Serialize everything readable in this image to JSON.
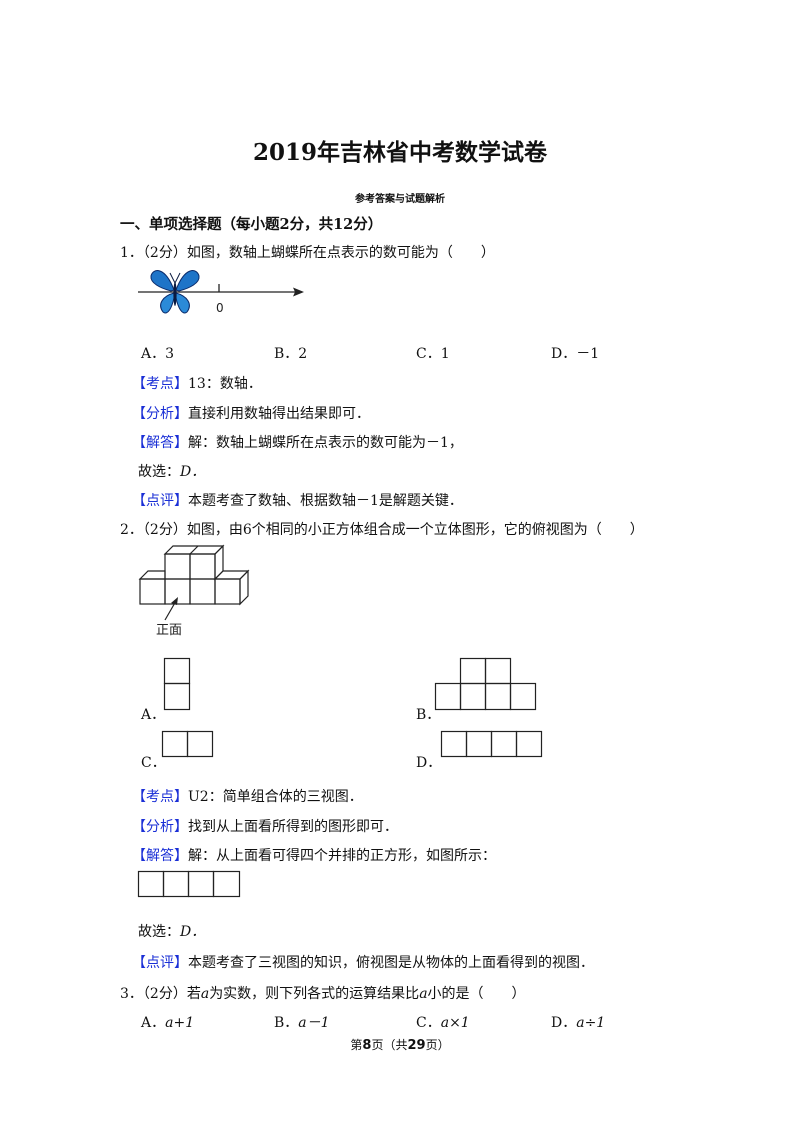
{
  "header": {
    "title": "2019年吉林省中考数学试卷",
    "subtitle": "参考答案与试题解析"
  },
  "section1": {
    "heading": "一、单项选择题（每小题2分，共12分）"
  },
  "q1": {
    "stem": "1．（2分）如图，数轴上蝴蝶所在点表示的数可能为（　　）",
    "axis_label": "0",
    "options": [
      "A．3",
      "B．2",
      "C．1",
      "D．－1"
    ],
    "kaodian_tag": "【考点】",
    "kaodian": "13：数轴．",
    "fenxi_tag": "【分析】",
    "fenxi": "直接利用数轴得出结果即可．",
    "jieda_tag": "【解答】",
    "jieda": "解：数轴上蝴蝶所在点表示的数可能为－1，",
    "guxuan": "故选：",
    "guxuan_answer": "D．",
    "dianping_tag": "【点评】",
    "dianping": "本题考查了数轴、根据数轴－1是解题关键．"
  },
  "q2": {
    "stem": "2．（2分）如图，由6个相同的小正方体组合成一个立体图形，它的俯视图为（　　）",
    "front_label": "正面",
    "options": [
      "A．",
      "B．",
      "C．",
      "D．"
    ],
    "kaodian_tag": "【考点】",
    "kaodian": "U2：简单组合体的三视图．",
    "fenxi_tag": "【分析】",
    "fenxi": "找到从上面看所得到的图形即可．",
    "jieda_tag": "【解答】",
    "jieda": "解：从上面看可得四个并排的正方形，如图所示：",
    "guxuan": "故选：",
    "guxuan_answer": "D．",
    "dianping_tag": "【点评】",
    "dianping": "本题考查了三视图的知识，俯视图是从物体的上面看得到的视图．"
  },
  "q3": {
    "stem_prefix": "3．（2分）若",
    "stem_var": "a",
    "stem_mid": "为实数，则下列各式的运算结果比",
    "stem_var2": "a",
    "stem_suffix": "小的是（　　）",
    "options": [
      {
        "label": "A．",
        "expr": "a+1"
      },
      {
        "label": "B．",
        "expr": "a－1"
      },
      {
        "label": "C．",
        "expr": "a×1"
      },
      {
        "label": "D．",
        "expr": "a÷1"
      }
    ]
  },
  "footer": {
    "prefix": "第",
    "page": "8",
    "mid": "页（共",
    "total": "29",
    "suffix": "页）"
  },
  "colors": {
    "tag": "#1a2fd6",
    "butterfly": "#1e74c8"
  },
  "icons": {
    "butterfly": "butterfly-icon"
  }
}
